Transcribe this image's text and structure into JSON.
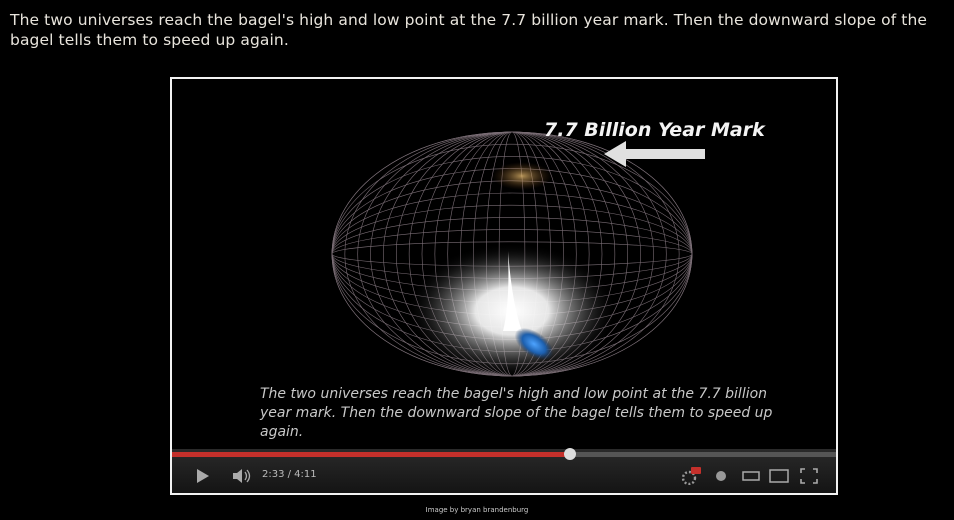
{
  "intro_text": "The two universes reach the bagel's high and low point at the 7.7 billion year mark.  Then the downward slope of the bagel tells them to speed up again.",
  "video": {
    "overlay_label": "7.7 Billion Year Mark",
    "subtitle": "The two universes reach the bagel's high and low point at the 7.7 billion year mark. Then the downward slope of the bagel tells them to speed up again.",
    "progress": 0.6,
    "time": "2:33 / 4:11",
    "icons": [
      "play-icon",
      "volume-icon",
      "hd-settings-icon",
      "annotations-icon",
      "small-player-icon",
      "large-player-icon",
      "fullscreen-icon"
    ],
    "colors": {
      "progress": "#c4302b",
      "arrow": "#e0e0e0",
      "glow": "#ffffff",
      "wire": "#9a8a94"
    }
  },
  "credit": "Image by bryan brandenburg"
}
